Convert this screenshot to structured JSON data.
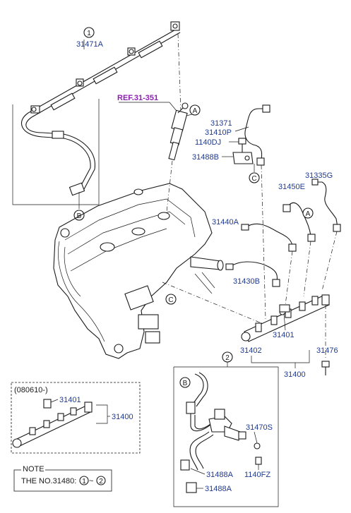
{
  "reference": "REF.31-351",
  "callouts": {
    "c1": "1",
    "c2": "2",
    "a_top": "A",
    "a_right": "A",
    "b_left": "B",
    "b_detail": "B",
    "c_top": "C",
    "c_mid": "C"
  },
  "labels": {
    "p31471A": "31471A",
    "p31371": "31371",
    "p31410P": "31410P",
    "p1140DJ": "1140DJ",
    "p31488B": "31488B",
    "p31335G": "31335G",
    "p31450E": "31450E",
    "p31440A": "31440A",
    "p31430B": "31430B",
    "p31401": "31401",
    "p31402": "31402",
    "p31400": "31400",
    "p31476": "31476",
    "p31470S": "31470S",
    "p1140FZ": "1140FZ",
    "p31488A_1": "31488A",
    "p31488A_2": "31488A"
  },
  "inset": {
    "date": "(080610-)",
    "p31401": "31401",
    "p31400": "31400"
  },
  "note": {
    "title": "NOTE",
    "text_prefix": "THE NO.31480:",
    "range_start": "1",
    "range_sep": "~",
    "range_end": "2"
  },
  "colors": {
    "label": "#1f3a93",
    "reference": "#8a1fb0",
    "line": "#1a1a1a"
  }
}
